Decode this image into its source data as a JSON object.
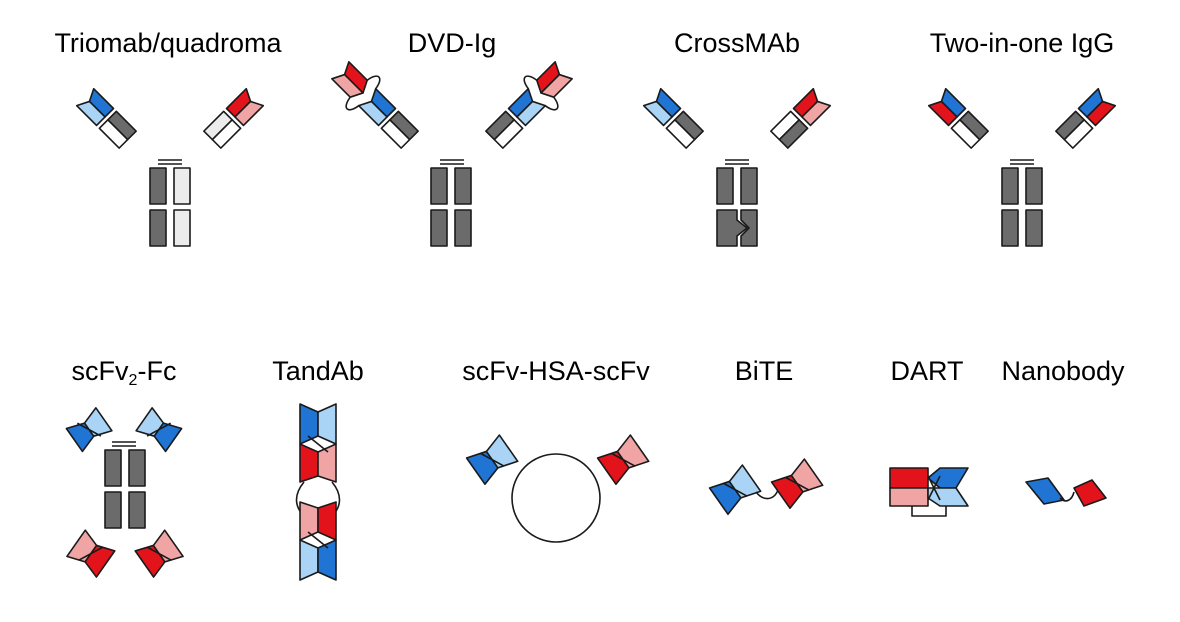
{
  "colors": {
    "heavy_dark": "#6b6b6b",
    "light_white": "#ffffff",
    "light_gray": "#ececec",
    "blue": "#1f74d4",
    "light_blue": "#a9d4f5",
    "red": "#e3131b",
    "pink": "#f0a4a4",
    "outline": "#1a1a1a"
  },
  "formats": [
    {
      "name": "Triomab/quadroma"
    },
    {
      "name": "DVD-Ig"
    },
    {
      "name": "CrossMAb"
    },
    {
      "name": "Two-in-one IgG"
    },
    {
      "name_main": "scFv",
      "name_sub": "2",
      "name_suffix": "-Fc"
    },
    {
      "name": "TandAb"
    },
    {
      "name": "scFv-HSA-scFv"
    },
    {
      "name": "BiTE"
    },
    {
      "name": "DART"
    },
    {
      "name": "Nanobody"
    }
  ]
}
